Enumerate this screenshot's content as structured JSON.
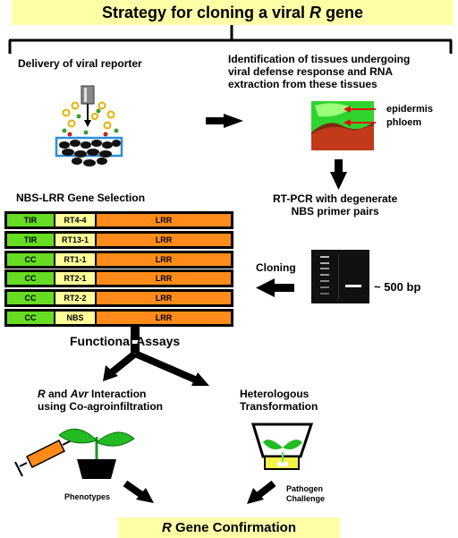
{
  "title": {
    "prefix": "Strategy for cloning a viral ",
    "gene_letter": "R",
    "suffix": " gene"
  },
  "steps": {
    "delivery": "Delivery of viral reporter",
    "identification_line1": "Identification of tissues undergoing",
    "identification_line2": "viral defense response and RNA",
    "identification_line3": "extraction from these tissues",
    "epidermis": "epidermis",
    "phloem": "phloem",
    "rtpcr_line1": "RT-PCR with degenerate",
    "rtpcr_line2": "NBS primer pairs",
    "selection": "NBS-LRR Gene Selection",
    "cloning": "Cloning",
    "band_size": "~ 500 bp",
    "functional_assays": "Functional Assays",
    "coinfiltration_R": "R",
    "coinfiltration_mid": " and ",
    "coinfiltration_Avr": "Avr",
    "coinfiltration_end": " Interaction",
    "coinfiltration_line2": "using Co-agroinfiltration",
    "heterologous_line1": "Heterologous",
    "heterologous_line2": "Transformation",
    "phenotypes": "Phenotypes",
    "pathogen_line1": "Pathogen",
    "pathogen_line2": "Challenge",
    "confirmation_R": "R",
    "confirmation_rest": " Gene Confirmation"
  },
  "genes": [
    {
      "domain": "TIR",
      "name": "RT4-4",
      "lrr": "LRR"
    },
    {
      "domain": "TIR",
      "name": "RT13-1",
      "lrr": "LRR"
    },
    {
      "domain": "CC",
      "name": "RT1-1",
      "lrr": "LRR"
    },
    {
      "domain": "CC",
      "name": "RT2-1",
      "lrr": "LRR"
    },
    {
      "domain": "CC",
      "name": "RT2-2",
      "lrr": "LRR"
    },
    {
      "domain": "CC",
      "name": "NBS",
      "lrr": "LRR"
    }
  ],
  "colors": {
    "highlight": "#ffffa8",
    "domain_green": "#66dd22",
    "name_yellow": "#ffff99",
    "lrr_orange": "#ff8c1a",
    "arrow_red": "#e01010",
    "selection_box": "#2b8fd9"
  }
}
